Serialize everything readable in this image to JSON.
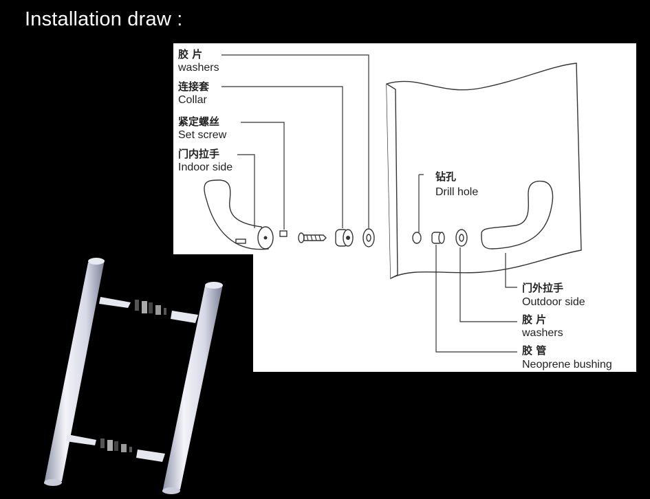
{
  "title": "Installation draw :",
  "labels": {
    "washers_top": {
      "zh": "胶 片",
      "en": "washers"
    },
    "collar": {
      "zh": "连接套",
      "en": "Collar"
    },
    "set_screw": {
      "zh": "紧定螺丝",
      "en": "Set screw"
    },
    "indoor_side": {
      "zh": "门内拉手",
      "en": "Indoor side"
    },
    "drill_hole": {
      "zh": "钻孔",
      "en": "Drill hole"
    },
    "outdoor_side": {
      "zh": "门外拉手",
      "en": "Outdoor side"
    },
    "washers_bottom": {
      "zh": "胶 片",
      "en": "washers"
    },
    "bushing": {
      "zh": "胶 管",
      "en": "Neoprene bushing"
    }
  },
  "colors": {
    "background": "#000000",
    "panel": "#ffffff",
    "line": "#333333",
    "tube": "#d8dbe8"
  }
}
